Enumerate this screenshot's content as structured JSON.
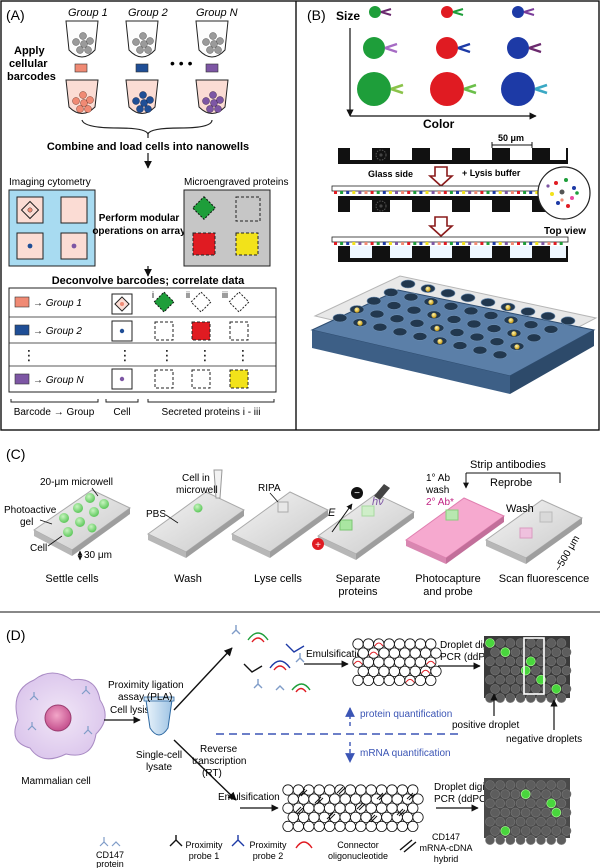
{
  "panelA": {
    "label": "(A)",
    "groups": [
      "Group 1",
      "Group 2",
      "Group N"
    ],
    "dots": "• • •",
    "apply_line1": "Apply",
    "apply_line2": "cellular",
    "apply_line3": "barcodes",
    "combine": "Combine and load cells into nanowells",
    "imaging": "Imaging cytometry",
    "micro": "Microengraved proteins",
    "perform_line1": "Perform modular",
    "perform_line2": "operations on array",
    "deconvolve": "Deconvolve barcodes; correlate data",
    "rows": [
      "→ Group 1",
      "→ Group 2",
      "→ Group N"
    ],
    "row_vdots": "⋮",
    "roman": [
      "i",
      "ii",
      "iii"
    ],
    "foot_barcode": "Barcode → Group",
    "foot_cell": "Cell",
    "foot_secreted": "Secreted proteins i - iii",
    "colors": {
      "pink": "#f08a74",
      "blue": "#1f4e96",
      "purple": "#7d56a4",
      "green": "#1e9e3a",
      "red": "#e01b22",
      "yellow": "#f2e21a"
    }
  },
  "panelB": {
    "label": "(B)",
    "size": "Size",
    "color": "Color",
    "scale": "50 μm",
    "glass_side": "Glass side",
    "lysis": "+ Lysis buffer",
    "top_view": "Top view"
  },
  "panelC": {
    "label": "(C)",
    "microwell": "20-μm microwell",
    "photoactive_line1": "Photoactive",
    "photoactive_line2": "gel",
    "cell": "Cell",
    "thirty": "30 μm",
    "cell_in_line1": "Cell in",
    "cell_in_line2": "microwell",
    "pbs": "PBS",
    "ripa": "RIPA",
    "e_field": "E",
    "hv": "hν",
    "ab1": "1° Ab",
    "wash1": "wash",
    "ab2": "2° Ab*",
    "strip": "Strip antibodies",
    "reprobe": "Reprobe",
    "wash2": "Wash",
    "scale500": "~500 μm",
    "steps": [
      "Settle cells",
      "Wash",
      "Lyse cells",
      "Separate",
      "proteins",
      "Photocapture",
      "and probe",
      "Scan fluorescence"
    ]
  },
  "panelD": {
    "label": "(D)",
    "mammalian": "Mammalian cell",
    "cell_lysis": "Cell lysis",
    "single_line1": "Single-cell",
    "single_line2": "lysate",
    "pla_line1": "Proximity ligation",
    "pla_line2": "assay (PLA)",
    "rt_line1": "Reverse",
    "rt_line2": "transcription",
    "rt_line3": "(RT)",
    "emuls_top": "Emulsification",
    "emuls_bottom": "Emulsification",
    "ddpcr_top_line1": "Droplet digital",
    "ddpcr_top_line2": "PCR (ddPCR)",
    "ddpcr_bot_line1": "Droplet digital",
    "ddpcr_bot_line2": "PCR (ddPCR)",
    "protein_q": "protein quantification",
    "mrna_q": "mRNA quantification",
    "positive": "positive droplet",
    "negative": "negative droplets",
    "legend": [
      [
        "CD147",
        "protein"
      ],
      [
        "Proximity",
        "probe 1"
      ],
      [
        "Proximity",
        "probe 2"
      ],
      [
        "Connector",
        "oligonucleotide"
      ],
      [
        "CD147",
        "mRNA-cDNA",
        "hybrid"
      ]
    ]
  }
}
